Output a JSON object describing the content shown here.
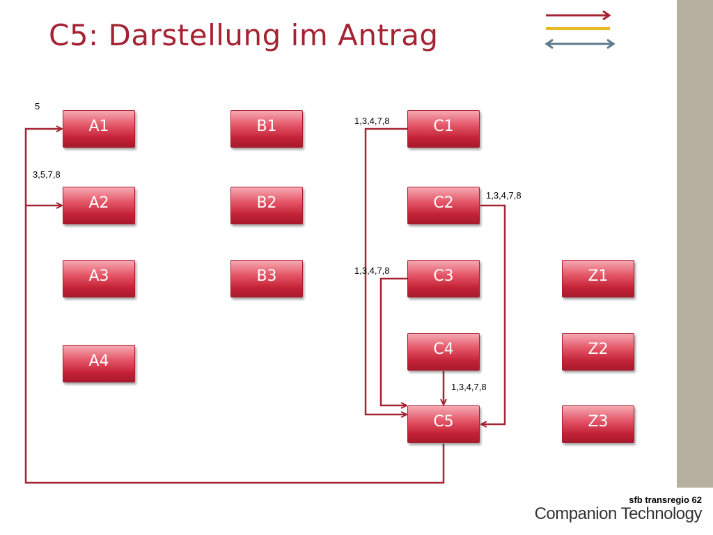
{
  "slide": {
    "title": "C5: Darstellung im Antrag"
  },
  "nodes": {
    "a1": "A1",
    "a2": "A2",
    "a3": "A3",
    "a4": "A4",
    "b1": "B1",
    "b2": "B2",
    "b3": "B3",
    "c1": "C1",
    "c2": "C2",
    "c3": "C3",
    "c4": "C4",
    "c5": "C5",
    "z1": "Z1",
    "z2": "Z2",
    "z3": "Z3"
  },
  "edge_labels": {
    "c5_to_a1": "5",
    "c5_to_a2": "3,5,7,8",
    "c1_to_c5": "1,3,4,7,8",
    "c2_to_c5": "1,3,4,7,8",
    "c3_to_c5": "1,3,4,7,8",
    "c4_to_c5": "1,3,4,7,8"
  },
  "colors": {
    "accent": "#a52232",
    "arrow": "#a52232",
    "legend_red": "#a52232",
    "legend_yellow": "#e8b923",
    "legend_blue": "#5d7a8c"
  },
  "footer": {
    "org": "sfb transregio 62",
    "brand": "Companion Technology"
  }
}
